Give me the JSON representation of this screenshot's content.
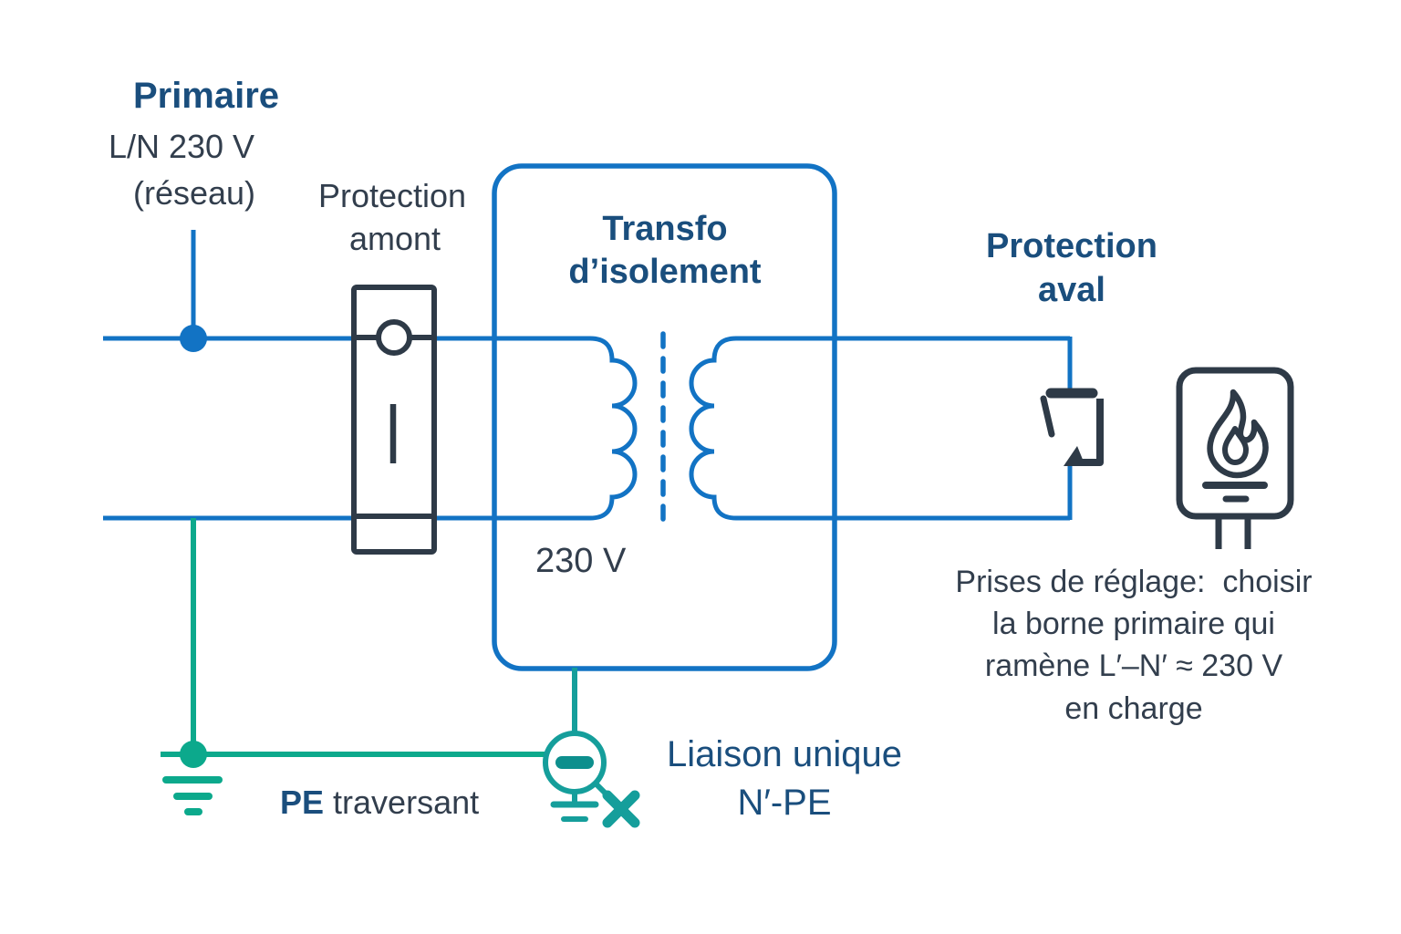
{
  "primaire": {
    "title": "Primaire",
    "sub1": "L/N 230 V",
    "sub2": "(réseau)"
  },
  "protection_amont": {
    "l1": "Protection",
    "l2": "amont"
  },
  "transfo": {
    "l1": "Transfo",
    "l2": "d’isolement",
    "secondary_voltage": "230 V"
  },
  "protection_aval": {
    "l1": "Protection",
    "l2": "aval"
  },
  "note": {
    "lines": [
      "Prises de réglage:  choisir",
      "la borne primaire qui",
      "ramène L′–N′ ≈ 230 V",
      "en charge"
    ]
  },
  "liaison": {
    "l1": "Liaison unique",
    "l2": "N′-PE"
  },
  "pe": {
    "label_bold": "PE",
    "label_rest": " traversant"
  },
  "colors": {
    "wire_blue": "#1273c4",
    "text_navy": "#1a4e7d",
    "text_slate": "#323e4d",
    "symbol_slate": "#2e3a47",
    "pe_green": "#0ca98c",
    "link_teal": "#159e9b"
  }
}
